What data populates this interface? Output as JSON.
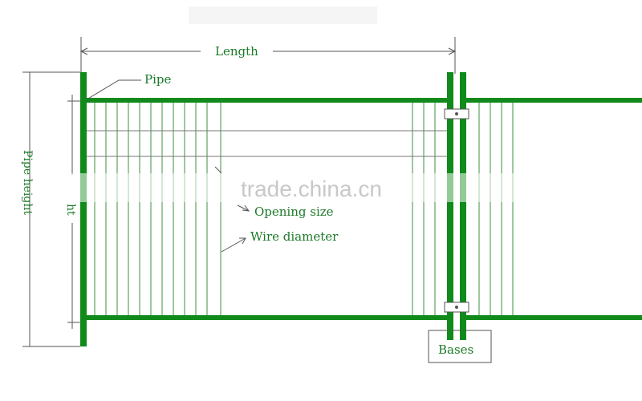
{
  "diagram": {
    "labels": {
      "length": "Length",
      "pipe": "Pipe",
      "pipe_height": "Pipe height",
      "height": "ht",
      "opening_size": "Opening size",
      "wire_diameter": "Wire diameter",
      "bases": "Bases"
    },
    "watermark": "trade.china.cn",
    "colors": {
      "frame": "#118a1c",
      "wire": "#3f8f3f",
      "dimension": "#555555",
      "label": "#1c7a28"
    }
  }
}
